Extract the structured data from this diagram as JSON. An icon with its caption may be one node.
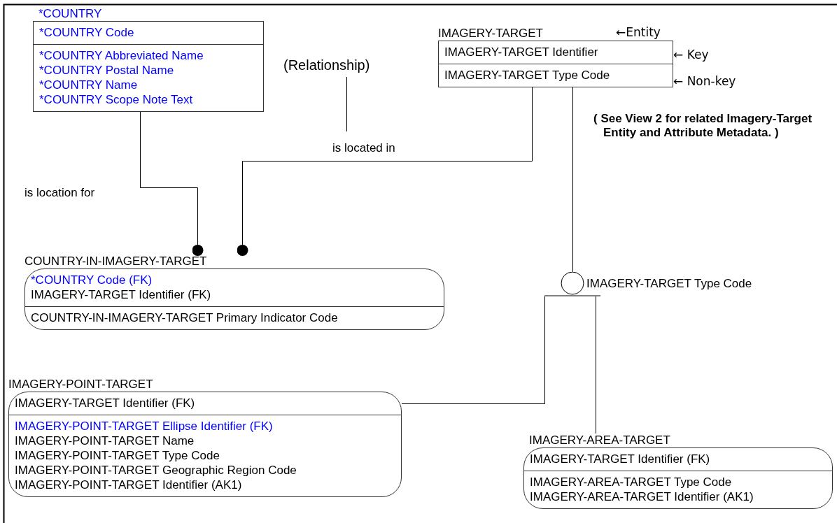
{
  "diagram": {
    "nodes": [
      {
        "text": [
          "*COUNTRY",
          "*COUNTRY Code",
          "*COUNTRY Abbreviated Name",
          "*COUNTRY Postal Name",
          "*COUNTRY Name",
          "*COUNTRY Scope Note Text"
        ]
      },
      {
        "text": [
          "IMAGERY-TARGET",
          "IMAGERY-TARGET Identifier",
          "IMAGERY-TARGET Type Code"
        ]
      },
      {
        "text": [
          "COUNTRY-IN-IMAGERY-TARGET",
          "*COUNTRY Code (FK)",
          "IMAGERY-TARGET Identifier (FK)",
          "COUNTRY-IN-IMAGERY-TARGET Primary Indicator Code"
        ]
      },
      {
        "text": [],
        "shape": "circle",
        "beside": [
          "IMAGERY-TARGET Type Code"
        ]
      },
      {
        "text": [
          "IMAGERY-POINT-TARGET",
          "IMAGERY-TARGET Identifier (FK)",
          "IMAGERY-POINT-TARGET Ellipse Identifier (FK)",
          "IMAGERY-POINT-TARGET Name",
          "IMAGERY-POINT-TARGET Type Code",
          "IMAGERY-POINT-TARGET Geographic Region Code",
          "IMAGERY-POINT-TARGET Identifier (AK1)"
        ]
      },
      {
        "text": [
          "IMAGERY-AREA-TARGET",
          "IMAGERY-TARGET Identifier (FK)",
          "IMAGERY-AREA-TARGET Type Code",
          "IMAGERY-AREA-TARGET Identifier (AK1)"
        ]
      },
      {
        "text": [
          "(Relationship)"
        ]
      }
    ],
    "edges": [
      {
        "from": 0,
        "to": 2,
        "arrow": "other",
        "label": "is location for"
      },
      {
        "from": 1,
        "to": 2,
        "arrow": "other",
        "label": "is located in"
      },
      {
        "from": 1,
        "to": 3,
        "arrow": "none"
      },
      {
        "from": 3,
        "to": 4,
        "arrow": "none"
      },
      {
        "from": 3,
        "to": 5,
        "arrow": "none"
      },
      {
        "from": 6,
        "to": null,
        "arrow": "none"
      }
    ],
    "labels": [
      "←Entity",
      "← Key",
      "← Non-key",
      "( See View 2 for related Imagery-Target Entity and Attribute Metadata. )"
    ]
  }
}
